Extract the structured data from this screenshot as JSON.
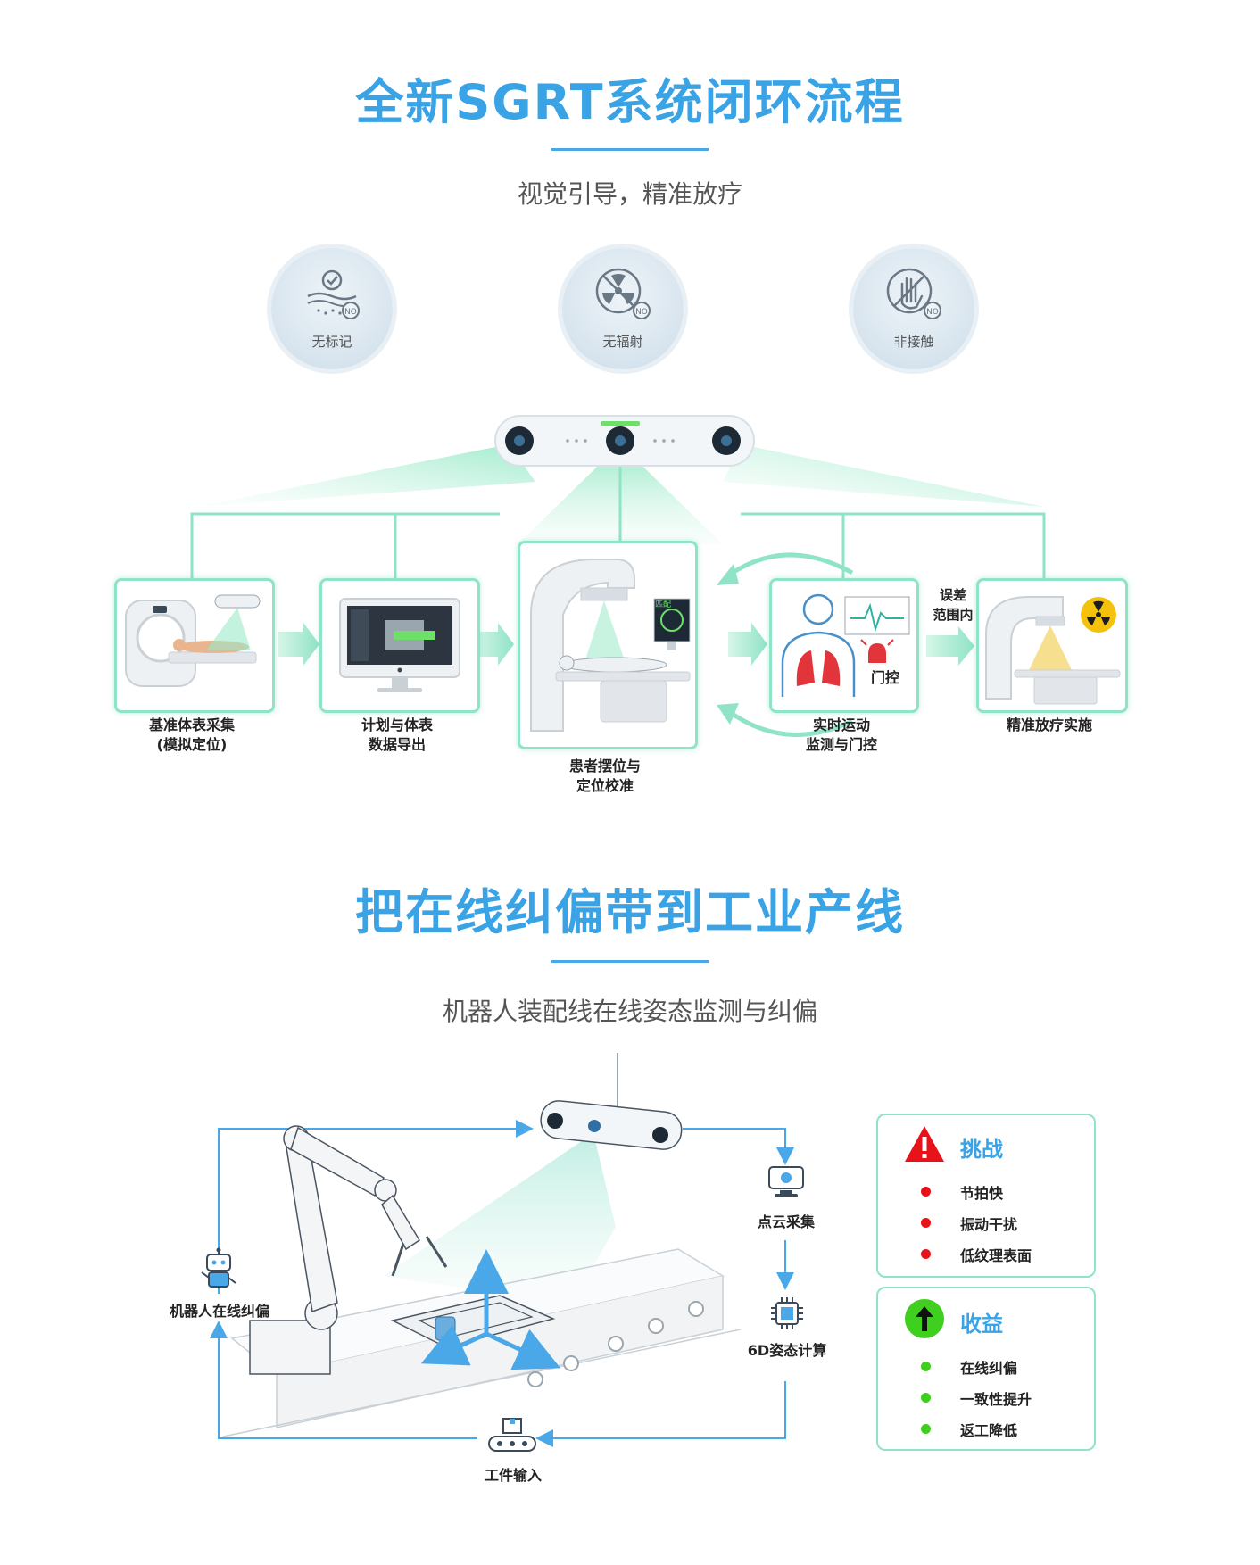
{
  "section1": {
    "title": "全新SGRT系统闭环流程",
    "subtitle": "视觉引导，精准放疗",
    "features": [
      {
        "label": "无标记",
        "icon": "skin-check-icon"
      },
      {
        "label": "无辐射",
        "icon": "radiation-icon"
      },
      {
        "label": "非接触",
        "icon": "hand-icon"
      }
    ],
    "no_badge": "NO",
    "steps": [
      {
        "line1": "基准体表采集",
        "line2": "(模拟定位)"
      },
      {
        "line1": "计划与体表",
        "line2": "数据导出"
      },
      {
        "line1": "患者摆位与",
        "line2": "定位校准"
      },
      {
        "line1": "实时运动",
        "line2": "监测与门控"
      },
      {
        "line1": "精准放疗实施",
        "line2": ""
      }
    ],
    "error_label_line1": "误差",
    "error_label_line2": "范围内",
    "gating_tag": "门控",
    "screen_tag": "匹配"
  },
  "section2": {
    "title": "把在线纠偏带到工业产线",
    "subtitle": "机器人装配线在线姿态监测与纠偏",
    "nodes": {
      "point_cloud": "点云采集",
      "pose_calc": "6D姿态计算",
      "workpiece_input": "工件输入",
      "robot_correction": "机器人在线纠偏"
    },
    "challenge": {
      "title": "挑战",
      "items": [
        "节拍快",
        "振动干扰",
        "低纹理表面"
      ],
      "color": "#e8121b"
    },
    "benefit": {
      "title": "收益",
      "items": [
        "在线纠偏",
        "一致性提升",
        "返工降低"
      ],
      "color": "#3fcf1f"
    },
    "accent": "#3aa3e6"
  }
}
